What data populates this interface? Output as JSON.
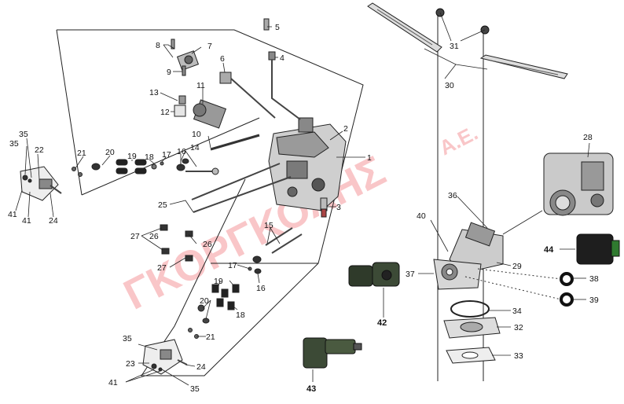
{
  "watermark": {
    "main": "ΓΚΟΡΓΚΟΛΗΣ",
    "suffix": "Α.Ε.",
    "color": "#e8202a"
  },
  "labels": {
    "l1": "1",
    "l2": "2",
    "l3": "3",
    "l4": "4",
    "l5": "5",
    "l6": "6",
    "l7": "7",
    "l8": "8",
    "l9": "9",
    "l10": "10",
    "l11": "11",
    "l12": "12",
    "l13": "13",
    "l14": "14",
    "l15": "15",
    "l16a": "16",
    "l16b": "16",
    "l17a": "17",
    "l17b": "17",
    "l18a": "18",
    "l18b": "18",
    "l19a": "19",
    "l19b": "19",
    "l20a": "20",
    "l20b": "20",
    "l21a": "21",
    "l21b": "21",
    "l22": "22",
    "l23": "23",
    "l24a": "24",
    "l24b": "24",
    "l25": "25",
    "l26a": "26",
    "l26b": "26",
    "l27a": "27",
    "l27b": "27",
    "l28": "28",
    "l29": "29",
    "l30": "30",
    "l31": "31",
    "l32": "32",
    "l33": "33",
    "l34": "34",
    "l35a": "35",
    "l35b": "35",
    "l35c": "35",
    "l35d": "35",
    "l36": "36",
    "l37": "37",
    "l38": "38",
    "l39": "39",
    "l40": "40",
    "l41a": "41",
    "l41b": "41",
    "l41c": "41",
    "l42": "42",
    "l43": "43",
    "l44": "44"
  }
}
